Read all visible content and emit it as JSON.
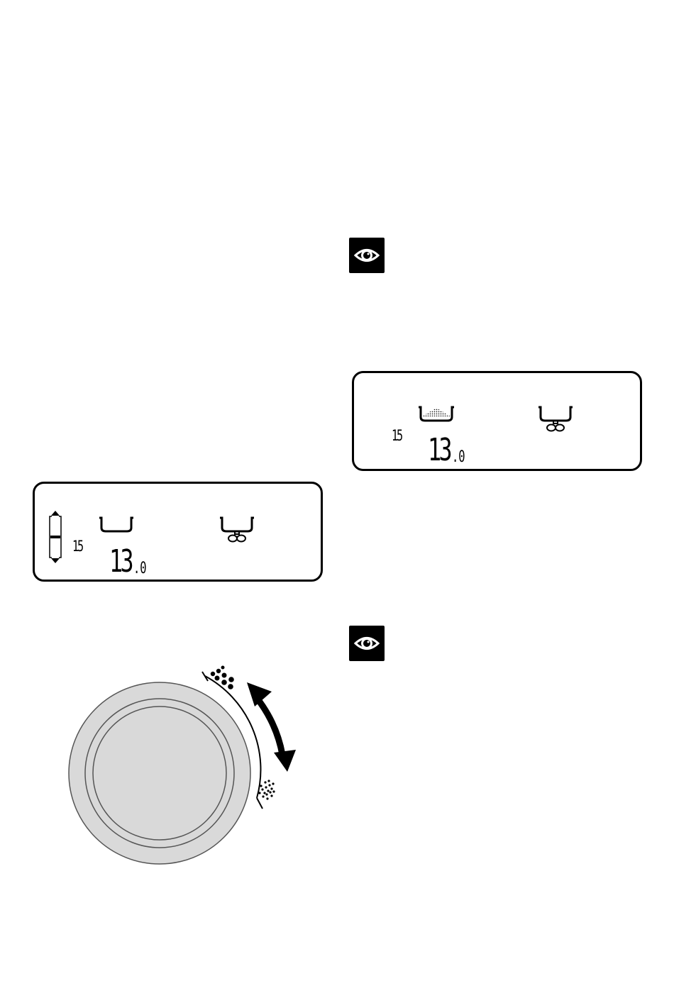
{
  "right_panel": {
    "icon_top": "eye-icon",
    "icon_bottom": "eye-icon",
    "display": {
      "small_value": "15",
      "main_value": "13",
      "decimal_value": ".0",
      "left_cup_icon": "filled-cup-icon",
      "right_cup_icon": "cup-with-dispenser-icon"
    }
  },
  "left_panel": {
    "display": {
      "indicator": "-",
      "small_value": "15",
      "main_value": "13",
      "decimal_value": ".0",
      "left_cup_icon": "empty-cup-icon",
      "right_cup_icon": "cup-with-dispenser-icon",
      "arrow_up_icon": "arrow-up-icon",
      "arrow_down_icon": "arrow-down-icon"
    },
    "knob": {
      "icon": "rotary-knob-icon",
      "coarse_icon": "coarse-grind-icon",
      "fine_icon": "fine-grind-icon",
      "arrow_icon": "double-arrow-icon"
    }
  },
  "colors": {
    "ink": "#000000",
    "knob_fill": "#d9d9d9",
    "paper": "#ffffff"
  }
}
